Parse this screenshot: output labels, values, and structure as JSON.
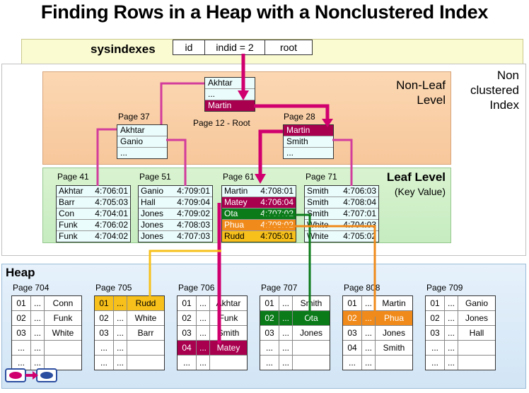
{
  "title": "Finding Rows in a Heap with a Nonclustered Index",
  "sysindexes": {
    "label": "sysindexes",
    "cols": [
      "id",
      "indid = 2",
      "root"
    ]
  },
  "index_label": [
    "Non",
    "clustered",
    "Index"
  ],
  "nonleaf": {
    "label": [
      "Non-Leaf",
      "Level"
    ],
    "root": {
      "rows": [
        "Akhtar",
        "...",
        "Martin"
      ],
      "caption": "Page 12 - Root"
    },
    "p37": {
      "label": "Page 37",
      "rows": [
        "Akhtar",
        "Ganio",
        "..."
      ]
    },
    "p28": {
      "label": "Page 28",
      "rows": [
        "Martin",
        "Smith",
        "..."
      ]
    }
  },
  "leaf": {
    "label": "Leaf Level",
    "sublabel": "(Key Value)",
    "pages": [
      {
        "label": "Page 41",
        "rows": [
          [
            "Akhtar",
            "4:706:01"
          ],
          [
            "Barr",
            "4:705:03"
          ],
          [
            "Con",
            "4:704:01"
          ],
          [
            "Funk",
            "4:706:02"
          ],
          [
            "Funk",
            "4:704:02"
          ]
        ]
      },
      {
        "label": "Page 51",
        "rows": [
          [
            "Ganio",
            "4:709:01"
          ],
          [
            "Hall",
            "4:709:04"
          ],
          [
            "Jones",
            "4:709:02"
          ],
          [
            "Jones",
            "4:708:03"
          ],
          [
            "Jones",
            "4:707:03"
          ]
        ]
      },
      {
        "label": "Page 61",
        "rows": [
          [
            "Martin",
            "4:708:01"
          ],
          [
            "Matey",
            "4:706:04"
          ],
          [
            "Ota",
            "4:707:02"
          ],
          [
            "Phua",
            "4:708:02"
          ],
          [
            "Rudd",
            "4:705:01"
          ]
        ]
      },
      {
        "label": "Page 71",
        "rows": [
          [
            "Smith",
            "4:706:03"
          ],
          [
            "Smith",
            "4:708:04"
          ],
          [
            "Smith",
            "4:707:01"
          ],
          [
            "White",
            "4:704:03"
          ],
          [
            "White",
            "4:705:02"
          ]
        ]
      }
    ]
  },
  "heap": {
    "label": "Heap",
    "pages": [
      {
        "label": "Page 704",
        "rows": [
          [
            "01",
            "...",
            "Conn"
          ],
          [
            "02",
            "...",
            "Funk"
          ],
          [
            "03",
            "...",
            "White"
          ],
          [
            "...",
            "...",
            ""
          ],
          [
            "...",
            "...",
            ""
          ]
        ]
      },
      {
        "label": "Page 705",
        "rows": [
          [
            "01",
            "...",
            "Rudd"
          ],
          [
            "02",
            "...",
            "White"
          ],
          [
            "03",
            "...",
            "Barr"
          ],
          [
            "...",
            "...",
            ""
          ],
          [
            "...",
            "...",
            ""
          ]
        ]
      },
      {
        "label": "Page 706",
        "rows": [
          [
            "01",
            "...",
            "Akhtar"
          ],
          [
            "02",
            "...",
            "Funk"
          ],
          [
            "03",
            "...",
            "Smith"
          ],
          [
            "04",
            "...",
            "Matey"
          ],
          [
            "...",
            "...",
            ""
          ]
        ]
      },
      {
        "label": "Page 707",
        "rows": [
          [
            "01",
            "...",
            "Smith"
          ],
          [
            "02",
            "...",
            "Ota"
          ],
          [
            "03",
            "...",
            "Jones"
          ],
          [
            "...",
            "...",
            ""
          ],
          [
            "...",
            "...",
            ""
          ]
        ]
      },
      {
        "label": "Page 808",
        "rows": [
          [
            "01",
            "...",
            "Martin"
          ],
          [
            "02",
            "...",
            "Phua"
          ],
          [
            "03",
            "...",
            "Jones"
          ],
          [
            "04",
            "...",
            "Smith"
          ],
          [
            "...",
            "...",
            ""
          ]
        ]
      },
      {
        "label": "Page 709",
        "rows": [
          [
            "01",
            "...",
            "Ganio"
          ],
          [
            "02",
            "...",
            "Jones"
          ],
          [
            "03",
            "...",
            "Hall"
          ],
          [
            "...",
            "...",
            ""
          ],
          [
            "...",
            "...",
            ""
          ]
        ]
      }
    ]
  },
  "colors": {
    "magenta": "#d0006f",
    "green": "#0b7b1a",
    "orange": "#f08a1a",
    "yellow": "#f7c01a",
    "pink_line": "#d23c9c"
  }
}
